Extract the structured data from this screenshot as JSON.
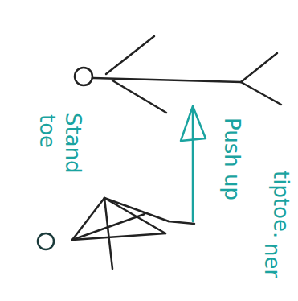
{
  "diagram": {
    "labels": [
      "toe",
      "Stand",
      "Push up",
      "tiptoe.",
      "ner"
    ]
  }
}
